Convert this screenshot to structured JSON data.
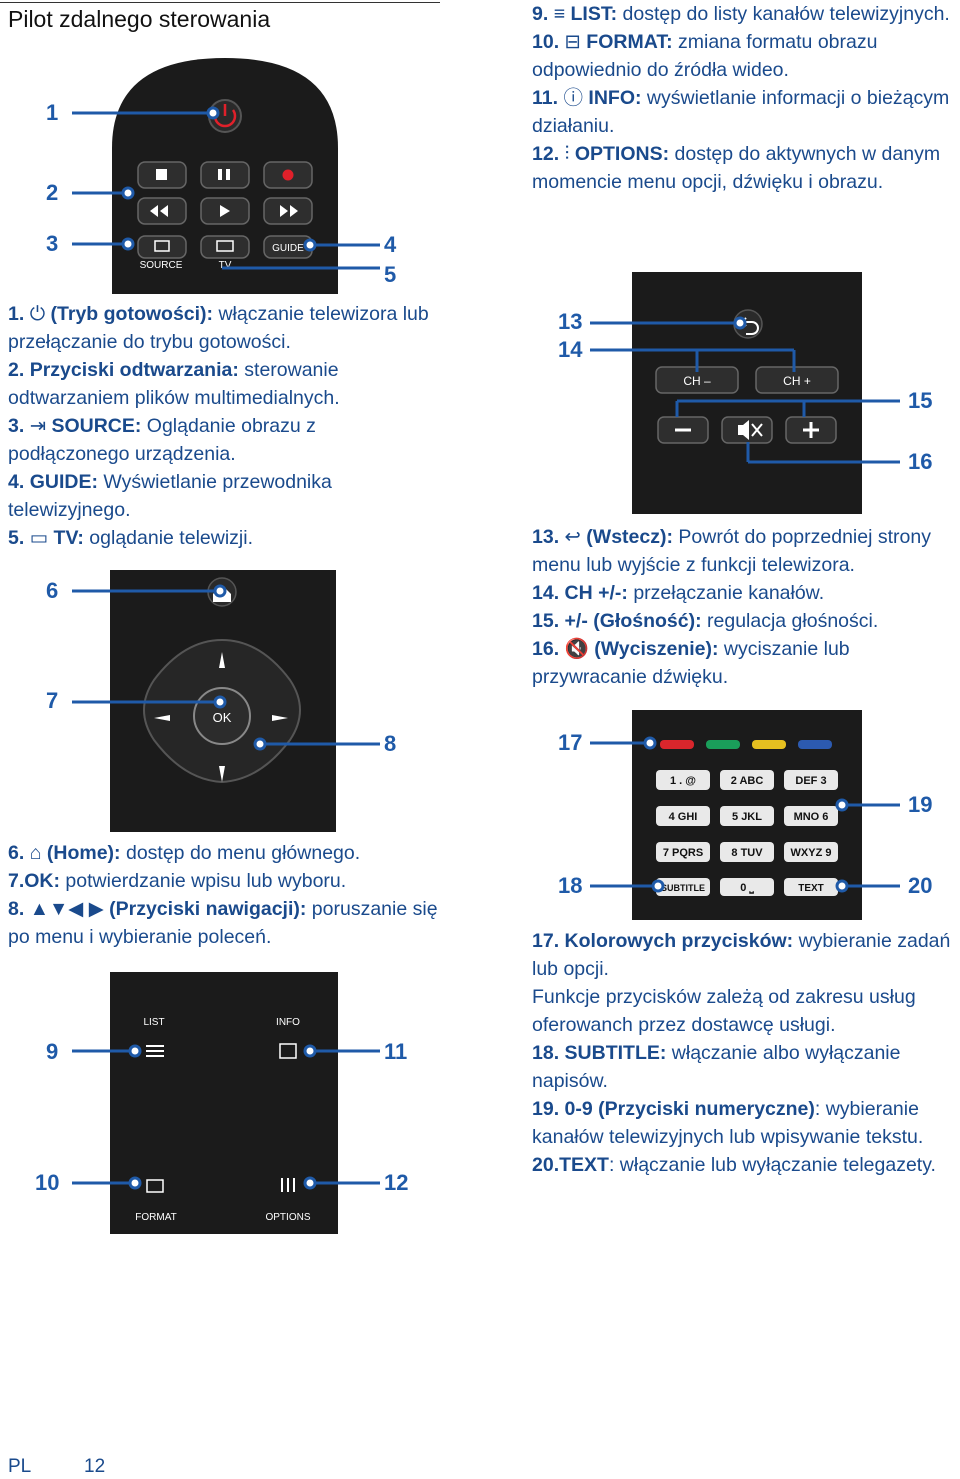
{
  "section_title": "Pilot zdalnego sterowania",
  "footer": {
    "lang": "PL",
    "page": "12"
  },
  "callouts": {
    "a": [
      "1",
      "2",
      "3",
      "4",
      "5"
    ],
    "b": [
      "6",
      "7",
      "8"
    ],
    "c": [
      "9",
      "10",
      "11",
      "12"
    ],
    "d": [
      "13",
      "14",
      "15",
      "16"
    ],
    "e": [
      "17",
      "18",
      "19",
      "20"
    ]
  },
  "remote_labels": {
    "source": "SOURCE",
    "tv": "TV",
    "guide": "GUIDE",
    "ok": "OK",
    "list": "LIST",
    "info": "INFO",
    "format": "FORMAT",
    "options": "OPTIONS",
    "ch_minus": "CH –",
    "ch_plus": "CH +",
    "keys": [
      "1 . @",
      "2 ABC",
      "DEF 3",
      "4 GHI",
      "5 JKL",
      "MNO 6",
      "7 PQRS",
      "8 TUV",
      "WXYZ 9"
    ],
    "subtitle": "SUBTITLE",
    "zero": "0 ⎵",
    "text": "TEXT"
  },
  "colors": {
    "accent": "#1f5aa8",
    "remote": "#1b1b1b",
    "power": "#e0202a",
    "red": "#d9262c",
    "green": "#1a9e5a",
    "yellow": "#e6c020",
    "blue": "#2c5ab0"
  },
  "desc_a": [
    {
      "icon": "⏻",
      "num": "1.",
      "bold": "(Tryb gotowości):",
      "text": " włączanie telewizora lub przełączanie do trybu gotowości."
    },
    {
      "num": "2.",
      "bold": "Przyciski odtwarzania:",
      "text": " sterowanie odtwarzaniem plików multimedialnych."
    },
    {
      "icon": "⇥",
      "num": "3.",
      "bold": "SOURCE:",
      "text": " Oglądanie obrazu z podłączonego urządzenia."
    },
    {
      "num": "4.",
      "bold": "GUIDE:",
      "text": " Wyświetlanie przewodnika telewizyjnego."
    },
    {
      "icon": "▭",
      "num": "5.",
      "bold": "TV:",
      "text": " oglądanie telewizji."
    }
  ],
  "desc_b": [
    {
      "icon": "⌂",
      "num": "6.",
      "bold": "(Home):",
      "text": " dostęp do menu głównego."
    },
    {
      "num": "7.",
      "bold": "OK:",
      "text": " potwierdzanie wpisu lub wyboru."
    },
    {
      "icon": "▲▼◀ ▶",
      "num": "8.",
      "bold": "(Przyciski nawigacji):",
      "text": " poruszanie się po menu i wybieranie poleceń."
    }
  ],
  "desc_c": [
    {
      "icon": "≡",
      "num": "9.",
      "bold": "LIST:",
      "text": " dostęp do listy kanałów telewizyjnych."
    },
    {
      "icon": "⊟",
      "num": "10.",
      "bold": "FORMAT:",
      "text": " zmiana formatu obrazu odpowiednio do źródła wideo."
    },
    {
      "icon": "ⓘ",
      "num": "11.",
      "bold": "INFO:",
      "text": " wyświetlanie informacji o bieżącym działaniu."
    },
    {
      "icon": "⫶",
      "num": "12.",
      "bold": "OPTIONS:",
      "text": " dostęp do aktywnych w danym momencie menu opcji, dźwięku i obrazu."
    }
  ],
  "desc_d": [
    {
      "icon": "↩",
      "num": "13.",
      "bold": "(Wstecz):",
      "text": " Powrót do poprzedniej strony menu lub wyjście z funkcji telewizora."
    },
    {
      "num": "14.",
      "bold": "CH +/-:",
      "text": " przełączanie kanałów."
    },
    {
      "num": "15.",
      "bold": "+/- (Głośność):",
      "text": " regulacja głośności."
    },
    {
      "icon": "🔇",
      "num": "16.",
      "bold": "(Wyciszenie):",
      "text": " wyciszanie lub przywracanie dźwięku."
    }
  ],
  "desc_e": [
    {
      "num": "17.",
      "bold": "Kolorowych przycisków:",
      "text": " wybieranie zadań lub opcji."
    },
    {
      "num": "",
      "bold": "",
      "text": "Funkcje przycisków zależą od zakresu usług oferowanch przez dostawcę usługi."
    },
    {
      "num": "18.",
      "bold": "SUBTITLE:",
      "text": " włączanie albo wyłączanie napisów."
    },
    {
      "num": "19.",
      "bold": "0-9 (Przyciski numeryczne)",
      "text": ": wybieranie kanałów telewizyjnych lub wpisywanie tekstu."
    },
    {
      "num": "20.",
      "bold": "TEXT",
      "text": ": włączanie lub wyłączanie telegazety."
    }
  ]
}
